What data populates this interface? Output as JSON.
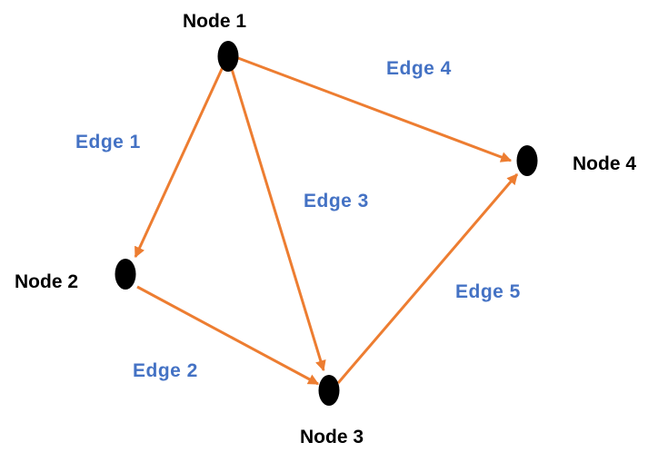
{
  "colors": {
    "node_fill": "#000000",
    "edge_stroke": "#ED7D31",
    "edge_label": "#4472C4",
    "node_label": "#000000"
  },
  "nodes": [
    {
      "id": "n1",
      "label": "Node 1"
    },
    {
      "id": "n2",
      "label": "Node 2"
    },
    {
      "id": "n3",
      "label": "Node 3"
    },
    {
      "id": "n4",
      "label": "Node 4"
    }
  ],
  "edges": [
    {
      "id": "e1",
      "label": "Edge 1",
      "from": "n1",
      "to": "n2"
    },
    {
      "id": "e2",
      "label": "Edge 2",
      "from": "n2",
      "to": "n3"
    },
    {
      "id": "e3",
      "label": "Edge 3",
      "from": "n1",
      "to": "n3"
    },
    {
      "id": "e4",
      "label": "Edge 4",
      "from": "n1",
      "to": "n4"
    },
    {
      "id": "e5",
      "label": "Edge 5",
      "from": "n3",
      "to": "n4"
    }
  ]
}
